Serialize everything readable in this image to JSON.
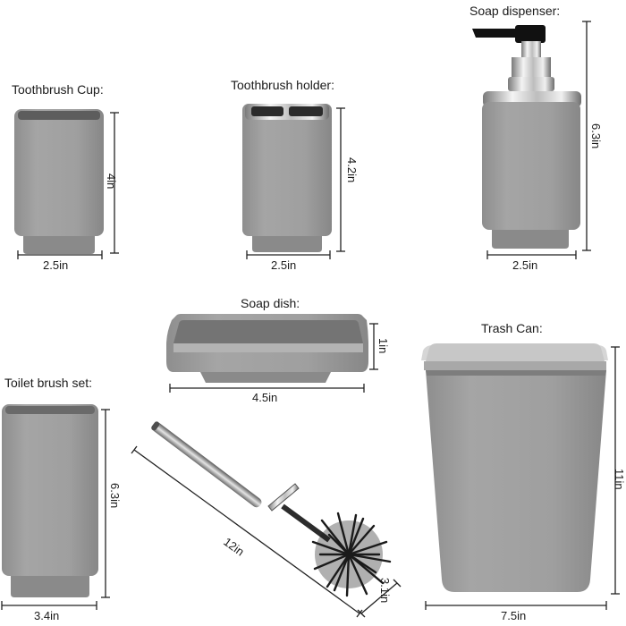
{
  "products": {
    "toothbrush_cup": {
      "label": "Toothbrush Cup:",
      "width": "2.5in",
      "height": "4in"
    },
    "toothbrush_holder": {
      "label": "Toothbrush holder:",
      "width": "2.5in",
      "height": "4.2in"
    },
    "soap_dispenser": {
      "label": "Soap dispenser:",
      "width": "2.5in",
      "height": "6.3in"
    },
    "soap_dish": {
      "label": "Soap dish:",
      "width": "4.5in",
      "height": "1in"
    },
    "trash_can": {
      "label": "Trash Can:",
      "width": "7.5in",
      "height": "11in"
    },
    "toilet_brush_set": {
      "label": "Toilet brush set:",
      "width": "3.4in",
      "height": "6.3in",
      "brush_length": "12in",
      "brush_width": "3.1in"
    }
  },
  "colors": {
    "body_gray": "#9c9c9c",
    "chrome": "#d8d8d8",
    "bristle": "#1a1a1a",
    "line": "#222222"
  }
}
